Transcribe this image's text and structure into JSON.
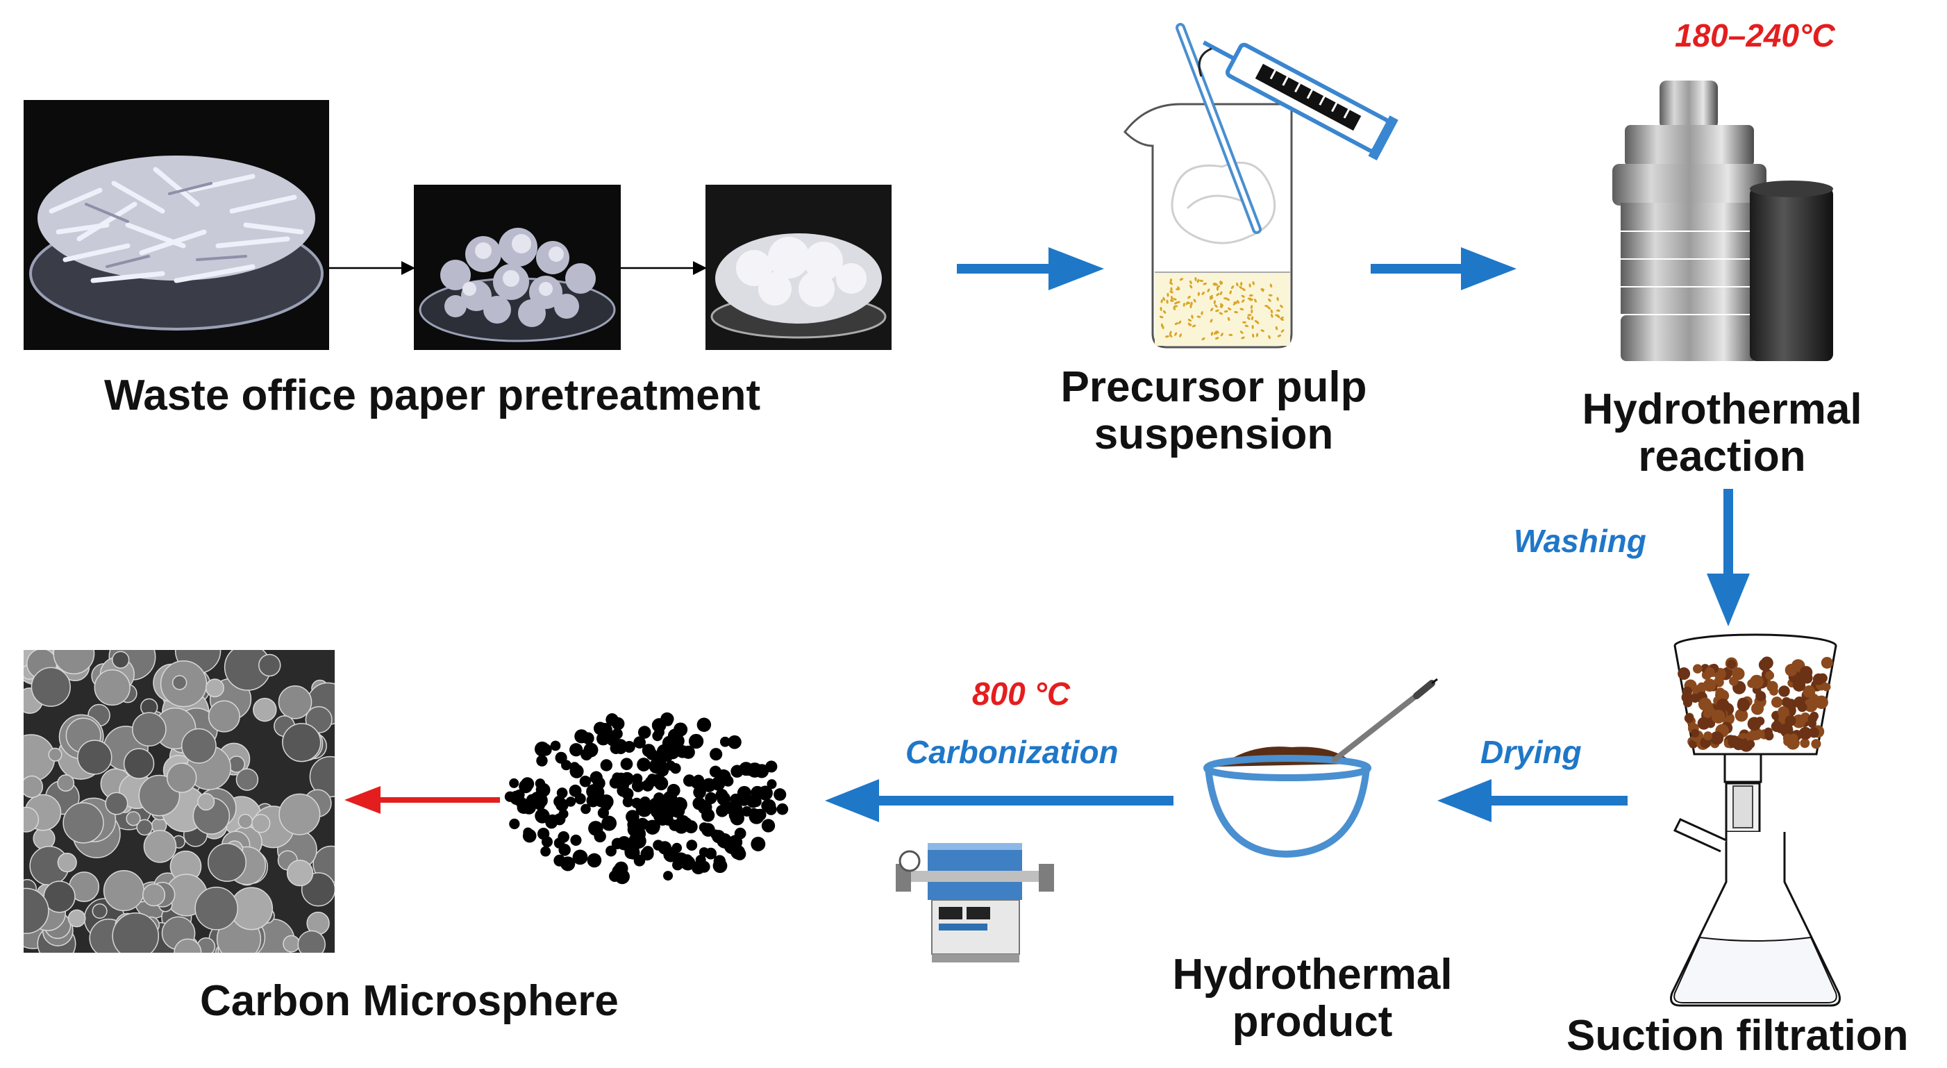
{
  "labels": {
    "pretreatment": "Waste office paper pretreatment",
    "precursor_line1": "Precursor pulp",
    "precursor_line2": "suspension",
    "hydrothermal_line1": "Hydrothermal",
    "hydrothermal_line2": "reaction",
    "suction": "Suction filtration",
    "product_line1": "Hydrothermal",
    "product_line2": "product",
    "microsphere": "Carbon Microsphere"
  },
  "annotations": {
    "temp_hydro": "180–240°C",
    "washing": "Washing",
    "drying": "Drying",
    "temp_carbon": "800 °C",
    "carbonization": "Carbonization"
  },
  "colors": {
    "arrow_blue": "#1f77c8",
    "arrow_red": "#e41e1e",
    "text_red": "#e41e1e",
    "text_blue": "#1f77c8",
    "product_brown": "#5a2e14",
    "pulp_dots": "#d9a62a"
  }
}
